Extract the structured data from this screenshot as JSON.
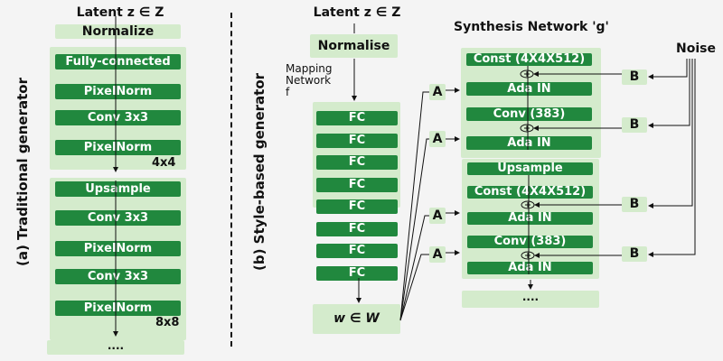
{
  "left": {
    "vertical_label": "(a) Traditional generator",
    "latent": "Latent z ∈ Z",
    "normalize": "Normalize",
    "block1": {
      "items": [
        "Fully-connected",
        "PixelNorm",
        "Conv 3x3",
        "PixelNorm"
      ],
      "res": "4x4"
    },
    "block2": {
      "items": [
        "Upsample",
        "Conv 3x3",
        "PixelNorm",
        "Conv 3x3",
        "PixelNorm"
      ],
      "res": "8x8"
    },
    "ellipsis": "...."
  },
  "right": {
    "vertical_label": "(b) Style-based generator",
    "latent": "Latent z ∈ Z",
    "normalise": "Normalise",
    "mapping_label": [
      "Mapping",
      "Network",
      "f"
    ],
    "fc_items": [
      "FC",
      "FC",
      "FC",
      "FC",
      "FC",
      "FC",
      "FC",
      "FC"
    ],
    "w_label": "w ∈ W",
    "synthesis_title": "Synthesis Network 'g'",
    "noise": "Noise",
    "block1": [
      "Const (4X4X512)",
      "Ada IN",
      "Conv (383)",
      "Ada IN"
    ],
    "block2": [
      "Upsample",
      "Const (4X4X512)",
      "Ada IN",
      "Conv (383)",
      "Ada IN"
    ],
    "a_label": "A",
    "b_label": "B",
    "ellipsis": "...."
  },
  "colors": {
    "dark_green": "#21883e",
    "light_green": "#d4ebcc",
    "background": "#f4f4f4"
  }
}
